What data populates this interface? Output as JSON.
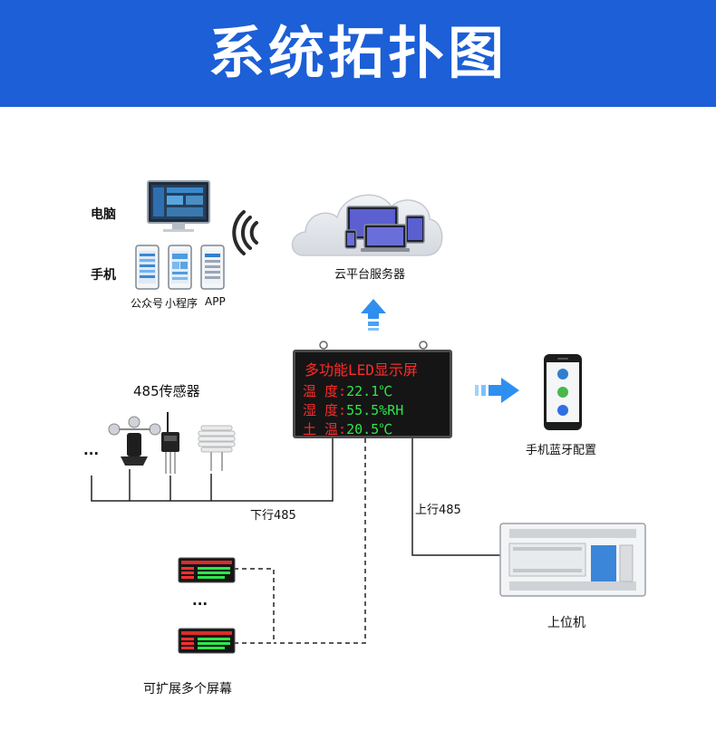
{
  "banner": {
    "title": "系统拓扑图"
  },
  "labels": {
    "pc": "电脑",
    "phone": "手机",
    "wechat": "公众号",
    "mini_program": "小程序",
    "app": "APP",
    "cloud": "云平台服务器",
    "sensors": "485传感器",
    "ellipsis_left": "···",
    "downlink": "下行485",
    "uplink": "上行485",
    "bluetooth": "手机蓝牙配置",
    "host": "上位机",
    "expand": "可扩展多个屏幕",
    "ellipsis_mid": "···"
  },
  "led_main": {
    "title": "多功能LED显示屏",
    "row1_label": "温  度:",
    "row1_value": "22.1℃",
    "row2_label": "湿  度:",
    "row2_value": "55.5%RH",
    "row3_label": "土  温:",
    "row3_value": "20.5℃"
  },
  "colors": {
    "banner": "#1c5fd6",
    "arrow": "#2f8ff0",
    "led_red": "#ff2a2a",
    "led_green": "#2ee64b"
  }
}
